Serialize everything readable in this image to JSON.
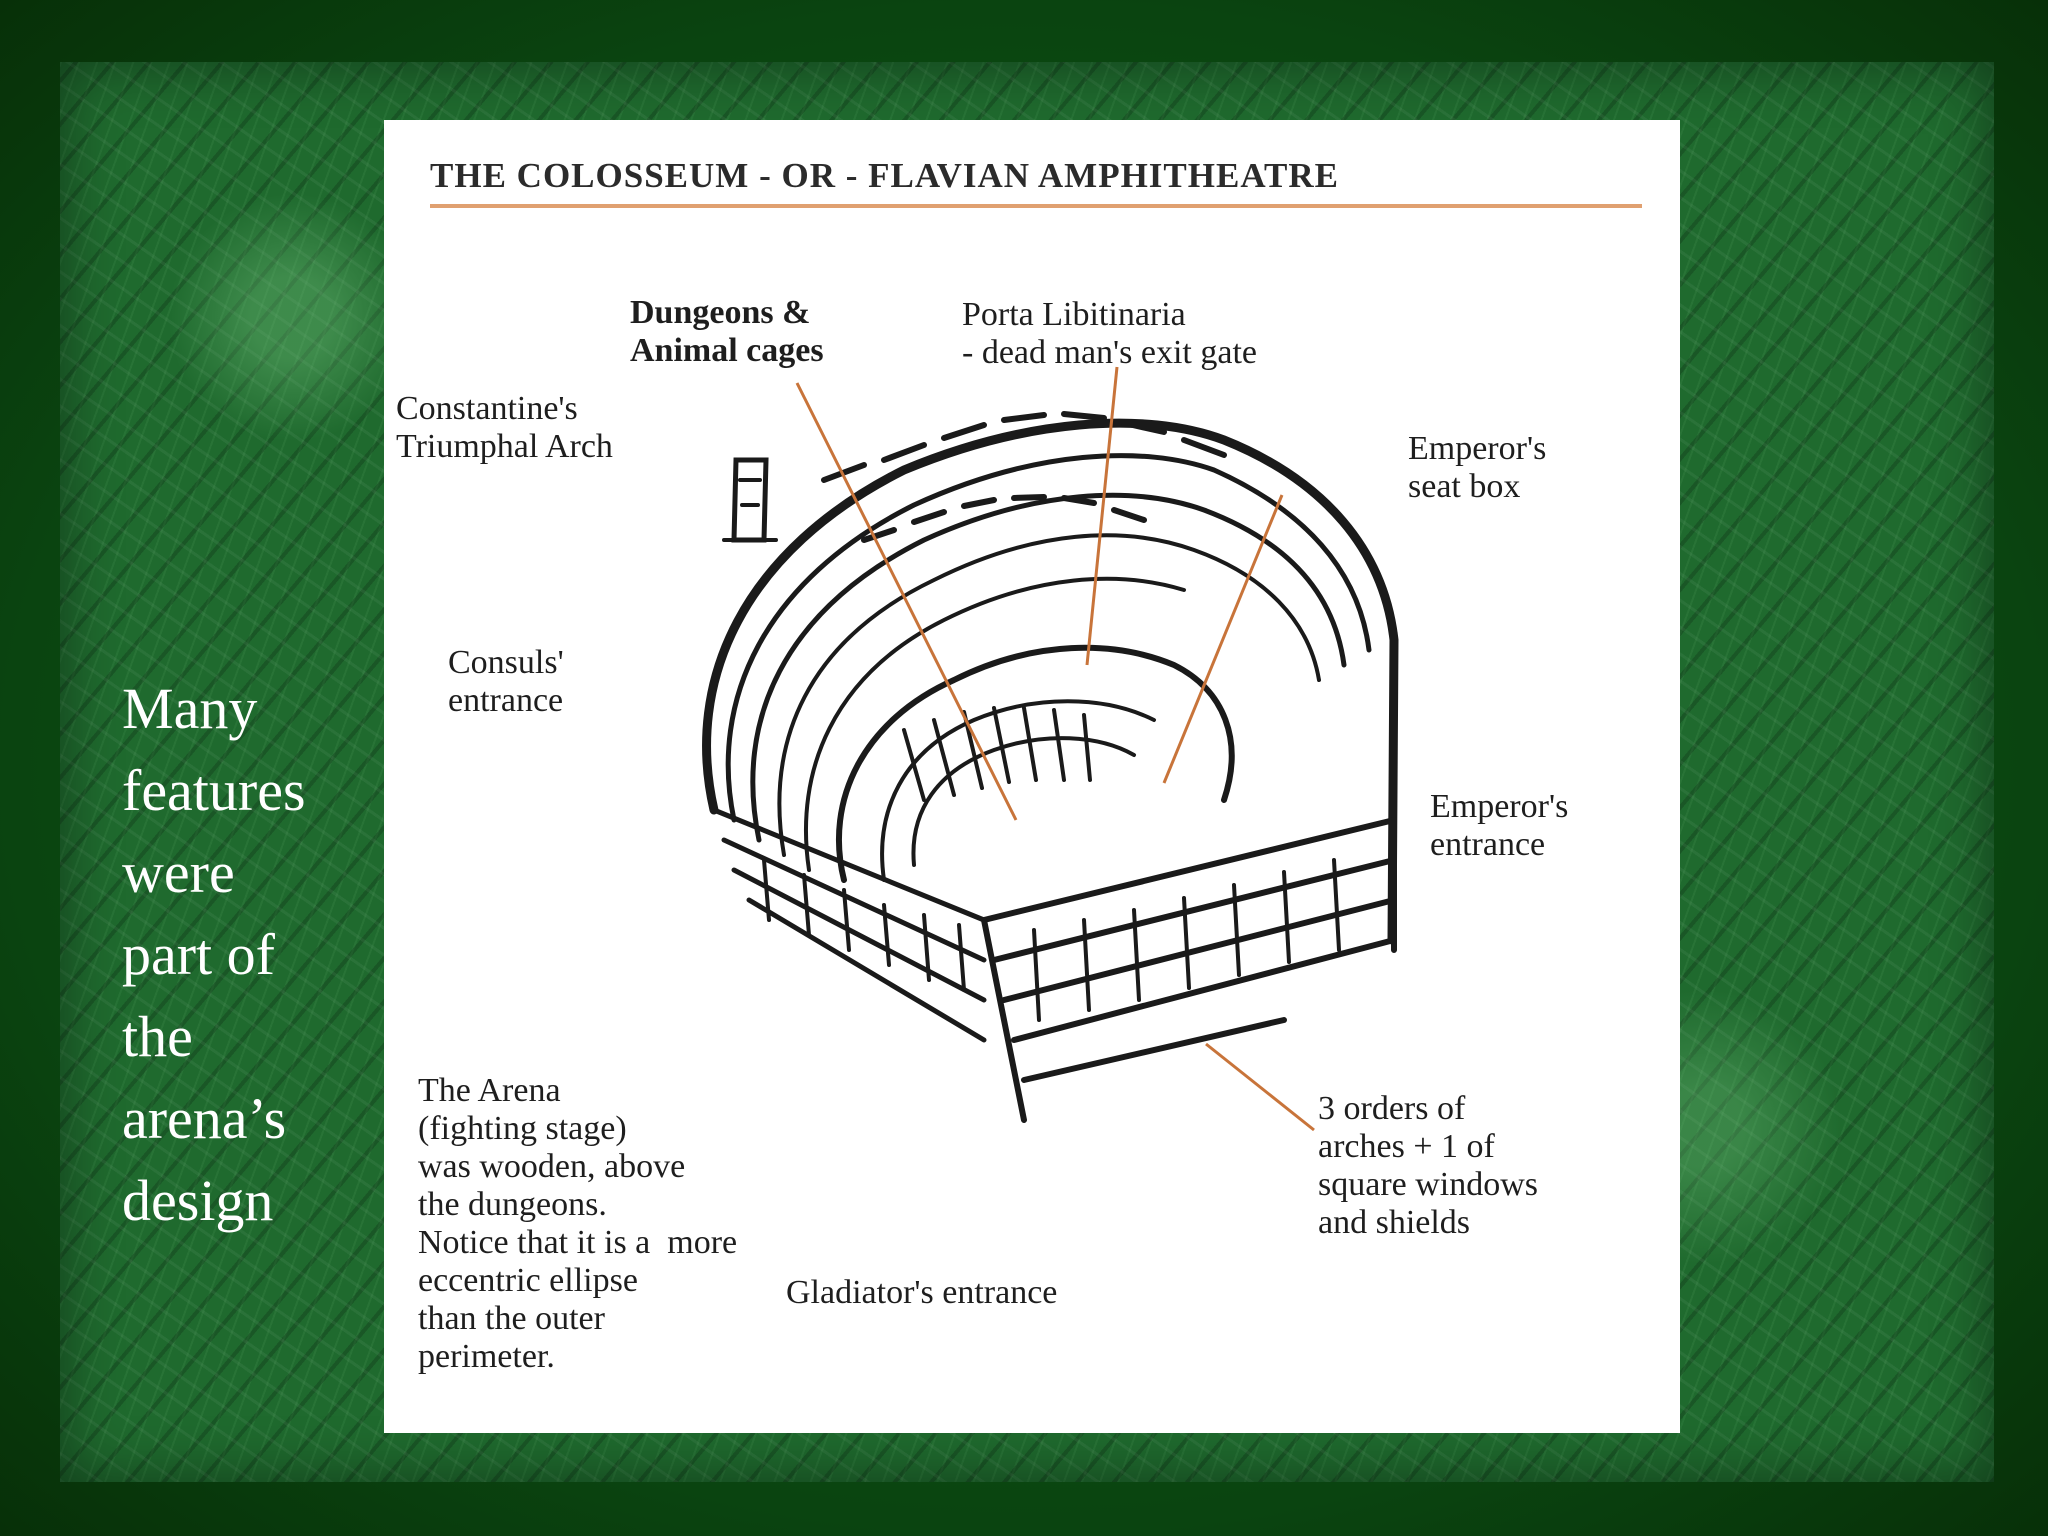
{
  "caption_lines": [
    "Many",
    "features",
    "were",
    "part of",
    "the",
    "arena’s",
    "design"
  ],
  "figure": {
    "title": "THE COLOSSEUM - OR - FLAVIAN AMPHITHEATRE",
    "labels": {
      "dungeons": "Dungeons &\nAnimal cages",
      "porta": "Porta Libitinaria\n- dead man's exit gate",
      "constantine": "Constantine's\nTriumphal Arch",
      "emperor_seat": "Emperor's\nseat box",
      "consuls": "Consuls'\nentrance",
      "emperor_entrance": "Emperor's\nentrance",
      "arena": "The Arena\n(fighting stage)\nwas wooden, above\nthe dungeons.\nNotice that it is a  more\neccentric ellipse\nthan the outer\nperimeter.",
      "orders": "3 orders of\narches + 1 of\nsquare windows\nand shields",
      "gladiator": "Gladiator's entrance"
    }
  },
  "colors": {
    "leader_line": "#c8743a",
    "title_rule": "#e0a070",
    "slide_green": "#1f6a2e",
    "frame_green": "#0b4a12"
  }
}
